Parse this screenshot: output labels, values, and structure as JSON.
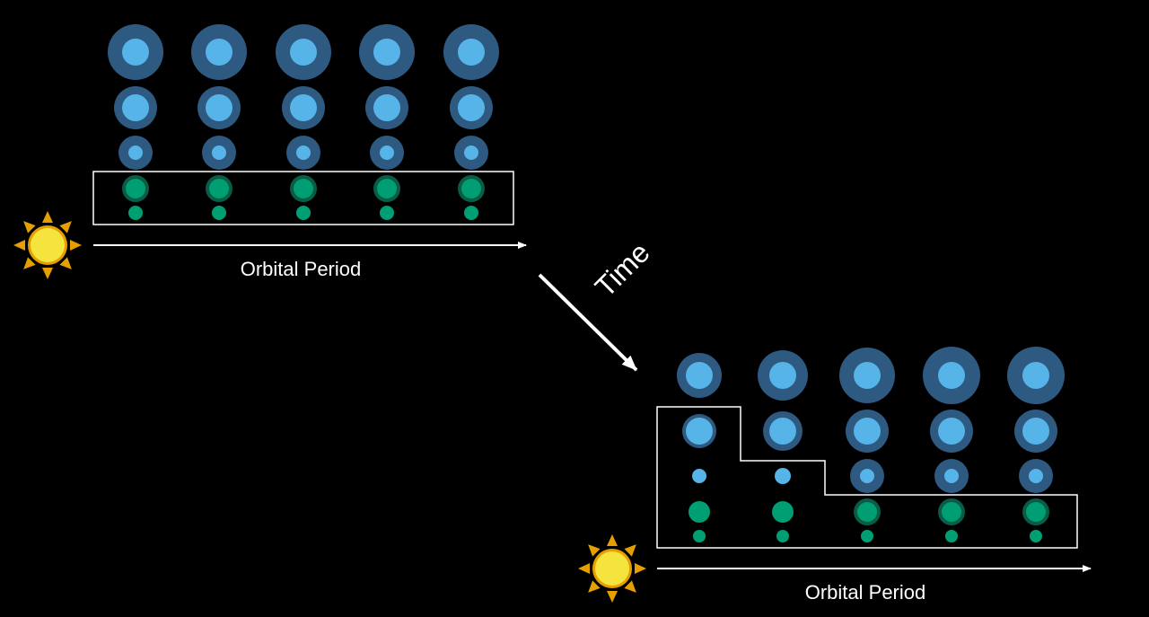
{
  "labels": {
    "orbital_period_top": "Orbital Period",
    "orbital_period_bottom": "Orbital Period",
    "time": "Time"
  },
  "colors": {
    "background": "#000000",
    "halo": "#2e5a82",
    "core": "#56b4e9",
    "green": "#009e73",
    "green_dark": "#0a5c46",
    "sun": "#f5e43d",
    "sun_rays": "#e69f00",
    "line": "#ffffff"
  },
  "icons": {
    "sun_top": "sun-icon",
    "sun_bottom": "sun-icon",
    "time_arrow": "arrow-down-right-icon",
    "axis_arrow": "arrow-right-icon"
  },
  "panels": [
    {
      "name": "before",
      "columns": [
        {
          "rows": [
            "blue-large",
            "blue-medium",
            "blue-small",
            "green-large",
            "green-small"
          ]
        },
        {
          "rows": [
            "blue-large",
            "blue-medium",
            "blue-small",
            "green-large",
            "green-small"
          ]
        },
        {
          "rows": [
            "blue-large",
            "blue-medium",
            "blue-small",
            "green-large",
            "green-small"
          ]
        },
        {
          "rows": [
            "blue-large",
            "blue-medium",
            "blue-small",
            "green-large",
            "green-small"
          ]
        },
        {
          "rows": [
            "blue-large",
            "blue-medium",
            "blue-small",
            "green-large",
            "green-small"
          ]
        }
      ]
    },
    {
      "name": "after",
      "columns": [
        {
          "rows": [
            "blue-large",
            "blue-medium",
            "blue-small",
            "green-large",
            "green-small"
          ]
        },
        {
          "rows": [
            "blue-large",
            "blue-medium",
            "blue-small",
            "green-large",
            "green-small"
          ]
        },
        {
          "rows": [
            "blue-large",
            "blue-medium",
            "blue-small",
            "green-large",
            "green-small"
          ]
        },
        {
          "rows": [
            "blue-large",
            "blue-medium",
            "blue-small",
            "green-large",
            "green-small"
          ]
        },
        {
          "rows": [
            "blue-large",
            "blue-medium",
            "blue-small",
            "green-large",
            "green-small"
          ]
        }
      ]
    }
  ]
}
